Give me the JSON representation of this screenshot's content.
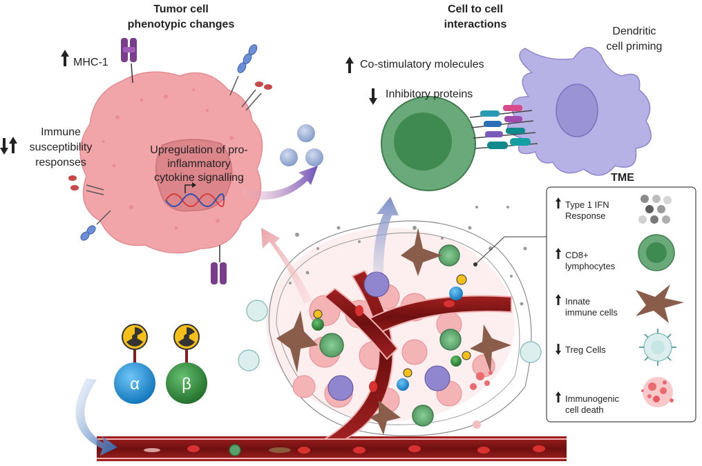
{
  "sections": {
    "tumor": {
      "title_line1": "Tumor cell",
      "title_line2": "phenotypic changes",
      "mhc": "MHC-1",
      "immune_line1": "Immune",
      "immune_line2": "susceptibility",
      "immune_line3": "responses",
      "upreg_line1": "Upregulation of pro-",
      "upreg_line2": "inflammatory",
      "upreg_line3": "cytokine signalling"
    },
    "interactions": {
      "title_line1": "Cell to cell",
      "title_line2": "interactions",
      "costim": "Co-stimulatory molecules",
      "inhib": "Inhibitory proteins",
      "dendritic_line1": "Dendritic",
      "dendritic_line2": "cell priming"
    }
  },
  "particles": {
    "alpha": "α",
    "beta": "β"
  },
  "tme": {
    "title": "TME",
    "items": [
      {
        "line1": "Type 1 IFN",
        "line2": "Response",
        "direction": "up"
      },
      {
        "line1": "CD8+",
        "line2": "lymphocytes",
        "direction": "up"
      },
      {
        "line1": "Innate",
        "line2": "immune cells",
        "direction": "up"
      },
      {
        "line1": "Treg Cells",
        "line2": "",
        "direction": "down"
      },
      {
        "line1": "Immunogenic",
        "line2": "cell death",
        "direction": "up"
      }
    ]
  },
  "colors": {
    "tumor": "#f2a5a8",
    "vessel": "#8b1a1a",
    "cd8": "#5aa06c",
    "dendritic": "#b7b2e6",
    "alpha": "#1a8fd6",
    "beta": "#2f8b3a"
  }
}
